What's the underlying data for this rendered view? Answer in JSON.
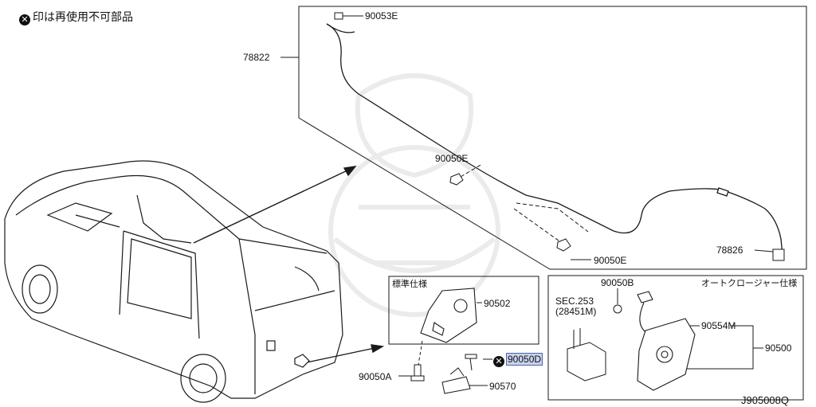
{
  "legend": {
    "text": "印は再使用不可部品"
  },
  "labels": {
    "p90053E": "90053E",
    "p78822": "78822",
    "p90050E_a": "90050E",
    "p90050E_b": "90050E",
    "p78826": "78826",
    "p90502": "90502",
    "p90050D": "90050D",
    "p90050A": "90050A",
    "p90570": "90570",
    "p90050B": "90050B",
    "sec_a": "SEC.253",
    "sec_b": "(28451M)",
    "p90554M": "90554M",
    "p90500": "90500",
    "box_standard_title": "標準仕様",
    "box_autoclose_title": "オートクロージャー仕様",
    "diagram_id": "J905008Q"
  },
  "colors": {
    "line": "#1a1a1a",
    "watermark": "#e9e9e9",
    "highlight": "#c9d2ec"
  }
}
